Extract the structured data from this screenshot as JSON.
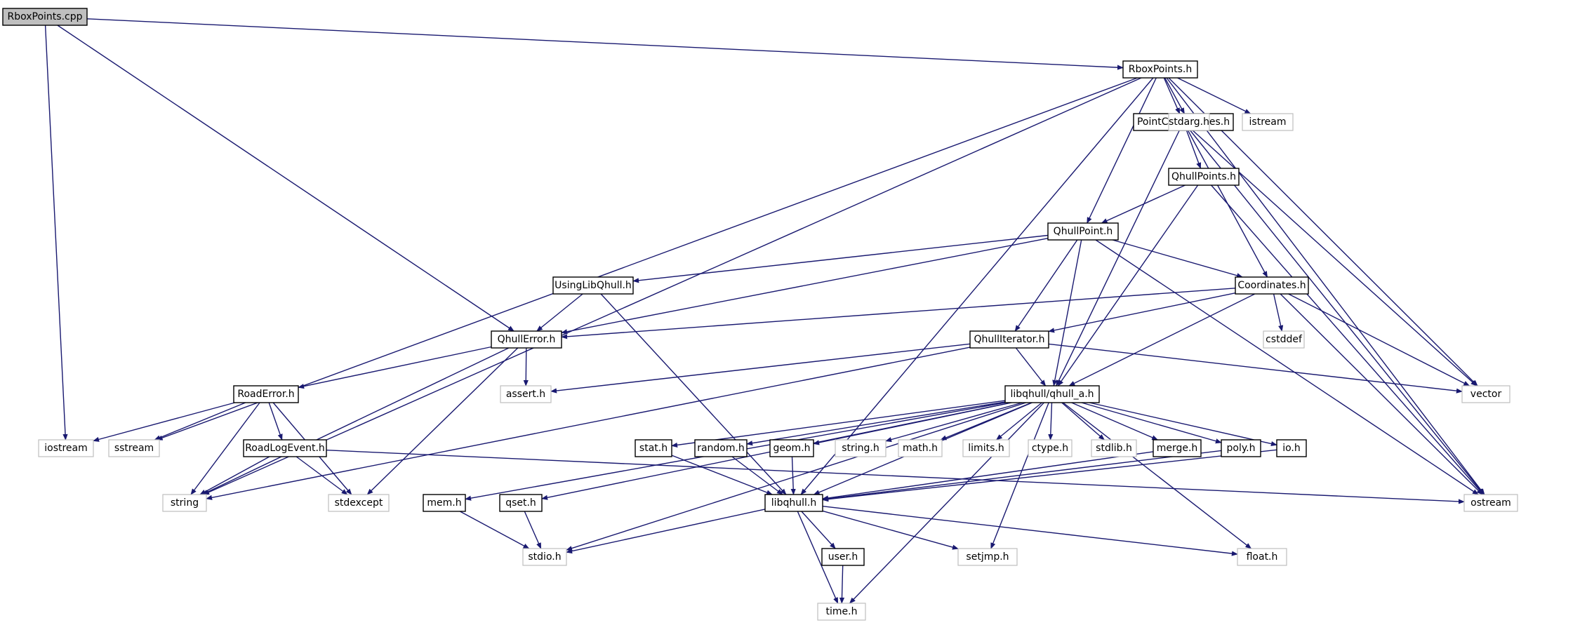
{
  "colors": {
    "edge": "#191970",
    "local_border": "#000000",
    "system_border": "#bfbfbf",
    "root_fill": "#bfbfbf"
  },
  "nodes": {
    "RboxPoints_cpp": {
      "label": "RboxPoints.cpp",
      "kind": "root"
    },
    "RboxPoints_h": {
      "label": "RboxPoints.h",
      "kind": "local"
    },
    "PointCoordinates_h": {
      "label": "PointCoordinates.h",
      "kind": "local"
    },
    "stdarg_h": {
      "label": "stdarg.h",
      "kind": "system"
    },
    "istream": {
      "label": "istream",
      "kind": "system"
    },
    "QhullPoints_h": {
      "label": "QhullPoints.h",
      "kind": "local"
    },
    "QhullPoint_h": {
      "label": "QhullPoint.h",
      "kind": "local"
    },
    "UsingLibQhull_h": {
      "label": "UsingLibQhull.h",
      "kind": "local"
    },
    "Coordinates_h": {
      "label": "Coordinates.h",
      "kind": "local"
    },
    "QhullError_h": {
      "label": "QhullError.h",
      "kind": "local"
    },
    "QhullIterator_h": {
      "label": "QhullIterator.h",
      "kind": "local"
    },
    "cstddef": {
      "label": "cstddef",
      "kind": "system"
    },
    "RoadError_h": {
      "label": "RoadError.h",
      "kind": "local"
    },
    "assert_h": {
      "label": "assert.h",
      "kind": "system"
    },
    "libqhull_qhull_a_h": {
      "label": "libqhull/qhull_a.h",
      "kind": "local"
    },
    "vector": {
      "label": "vector",
      "kind": "system"
    },
    "iostream": {
      "label": "iostream",
      "kind": "system"
    },
    "sstream": {
      "label": "sstream",
      "kind": "system"
    },
    "RoadLogEvent_h": {
      "label": "RoadLogEvent.h",
      "kind": "local"
    },
    "stat_h": {
      "label": "stat.h",
      "kind": "local"
    },
    "random_h": {
      "label": "random.h",
      "kind": "local"
    },
    "geom_h": {
      "label": "geom.h",
      "kind": "local"
    },
    "string_h": {
      "label": "string.h",
      "kind": "system"
    },
    "math_h": {
      "label": "math.h",
      "kind": "system"
    },
    "limits_h": {
      "label": "limits.h",
      "kind": "system"
    },
    "ctype_h": {
      "label": "ctype.h",
      "kind": "system"
    },
    "stdlib_h": {
      "label": "stdlib.h",
      "kind": "system"
    },
    "merge_h": {
      "label": "merge.h",
      "kind": "local"
    },
    "poly_h": {
      "label": "poly.h",
      "kind": "local"
    },
    "io_h": {
      "label": "io.h",
      "kind": "local"
    },
    "string": {
      "label": "string",
      "kind": "system"
    },
    "stdexcept": {
      "label": "stdexcept",
      "kind": "system"
    },
    "mem_h": {
      "label": "mem.h",
      "kind": "local"
    },
    "qset_h": {
      "label": "qset.h",
      "kind": "local"
    },
    "libqhull_h": {
      "label": "libqhull.h",
      "kind": "local"
    },
    "ostream": {
      "label": "ostream",
      "kind": "system"
    },
    "stdio_h": {
      "label": "stdio.h",
      "kind": "system"
    },
    "user_h": {
      "label": "user.h",
      "kind": "local"
    },
    "setjmp_h": {
      "label": "setjmp.h",
      "kind": "system"
    },
    "float_h": {
      "label": "float.h",
      "kind": "system"
    },
    "time_h": {
      "label": "time.h",
      "kind": "system"
    }
  },
  "edges": [
    [
      "RboxPoints_cpp",
      "RboxPoints_h"
    ],
    [
      "RboxPoints_cpp",
      "QhullError_h"
    ],
    [
      "RboxPoints_cpp",
      "iostream"
    ],
    [
      "RboxPoints_h",
      "PointCoordinates_h"
    ],
    [
      "RboxPoints_h",
      "stdarg_h"
    ],
    [
      "RboxPoints_h",
      "istream"
    ],
    [
      "RboxPoints_h",
      "QhullPoint_h"
    ],
    [
      "RboxPoints_h",
      "vector"
    ],
    [
      "RboxPoints_h",
      "ostream"
    ],
    [
      "RboxPoints_h",
      "sstream"
    ],
    [
      "RboxPoints_h",
      "string"
    ],
    [
      "RboxPoints_h",
      "libqhull_h"
    ],
    [
      "PointCoordinates_h",
      "QhullPoints_h"
    ],
    [
      "PointCoordinates_h",
      "Coordinates_h"
    ],
    [
      "PointCoordinates_h",
      "libqhull_qhull_a_h"
    ],
    [
      "PointCoordinates_h",
      "vector"
    ],
    [
      "PointCoordinates_h",
      "ostream"
    ],
    [
      "QhullPoints_h",
      "QhullPoint_h"
    ],
    [
      "QhullPoints_h",
      "libqhull_qhull_a_h"
    ],
    [
      "QhullPoints_h",
      "ostream"
    ],
    [
      "QhullPoint_h",
      "UsingLibQhull_h"
    ],
    [
      "QhullPoint_h",
      "Coordinates_h"
    ],
    [
      "QhullPoint_h",
      "QhullError_h"
    ],
    [
      "QhullPoint_h",
      "QhullIterator_h"
    ],
    [
      "QhullPoint_h",
      "libqhull_qhull_a_h"
    ],
    [
      "QhullPoint_h",
      "ostream"
    ],
    [
      "UsingLibQhull_h",
      "QhullError_h"
    ],
    [
      "UsingLibQhull_h",
      "libqhull_h"
    ],
    [
      "Coordinates_h",
      "QhullError_h"
    ],
    [
      "Coordinates_h",
      "QhullIterator_h"
    ],
    [
      "Coordinates_h",
      "libqhull_qhull_a_h"
    ],
    [
      "Coordinates_h",
      "cstddef"
    ],
    [
      "Coordinates_h",
      "vector"
    ],
    [
      "Coordinates_h",
      "ostream"
    ],
    [
      "QhullError_h",
      "RoadError_h"
    ],
    [
      "QhullError_h",
      "assert_h"
    ],
    [
      "QhullError_h",
      "stdexcept"
    ],
    [
      "QhullError_h",
      "string"
    ],
    [
      "QhullIterator_h",
      "libqhull_qhull_a_h"
    ],
    [
      "QhullIterator_h",
      "assert_h"
    ],
    [
      "QhullIterator_h",
      "vector"
    ],
    [
      "QhullIterator_h",
      "string"
    ],
    [
      "RoadError_h",
      "RoadLogEvent_h"
    ],
    [
      "RoadError_h",
      "iostream"
    ],
    [
      "RoadError_h",
      "sstream"
    ],
    [
      "RoadError_h",
      "string"
    ],
    [
      "RoadError_h",
      "stdexcept"
    ],
    [
      "RoadLogEvent_h",
      "string"
    ],
    [
      "RoadLogEvent_h",
      "stdexcept"
    ],
    [
      "RoadLogEvent_h",
      "ostream"
    ],
    [
      "libqhull_qhull_a_h",
      "libqhull_h"
    ],
    [
      "libqhull_qhull_a_h",
      "stat_h"
    ],
    [
      "libqhull_qhull_a_h",
      "random_h"
    ],
    [
      "libqhull_qhull_a_h",
      "geom_h"
    ],
    [
      "libqhull_qhull_a_h",
      "string_h"
    ],
    [
      "libqhull_qhull_a_h",
      "math_h"
    ],
    [
      "libqhull_qhull_a_h",
      "limits_h"
    ],
    [
      "libqhull_qhull_a_h",
      "ctype_h"
    ],
    [
      "libqhull_qhull_a_h",
      "stdlib_h"
    ],
    [
      "libqhull_qhull_a_h",
      "merge_h"
    ],
    [
      "libqhull_qhull_a_h",
      "poly_h"
    ],
    [
      "libqhull_qhull_a_h",
      "io_h"
    ],
    [
      "libqhull_qhull_a_h",
      "mem_h"
    ],
    [
      "libqhull_qhull_a_h",
      "qset_h"
    ],
    [
      "libqhull_qhull_a_h",
      "stdio_h"
    ],
    [
      "libqhull_qhull_a_h",
      "setjmp_h"
    ],
    [
      "libqhull_qhull_a_h",
      "float_h"
    ],
    [
      "libqhull_qhull_a_h",
      "time_h"
    ],
    [
      "stat_h",
      "libqhull_h"
    ],
    [
      "random_h",
      "libqhull_h"
    ],
    [
      "geom_h",
      "libqhull_h"
    ],
    [
      "merge_h",
      "libqhull_h"
    ],
    [
      "poly_h",
      "libqhull_h"
    ],
    [
      "io_h",
      "libqhull_h"
    ],
    [
      "mem_h",
      "stdio_h"
    ],
    [
      "qset_h",
      "stdio_h"
    ],
    [
      "libqhull_h",
      "user_h"
    ],
    [
      "libqhull_h",
      "stdio_h"
    ],
    [
      "libqhull_h",
      "setjmp_h"
    ],
    [
      "libqhull_h",
      "float_h"
    ],
    [
      "libqhull_h",
      "time_h"
    ],
    [
      "user_h",
      "time_h"
    ]
  ]
}
